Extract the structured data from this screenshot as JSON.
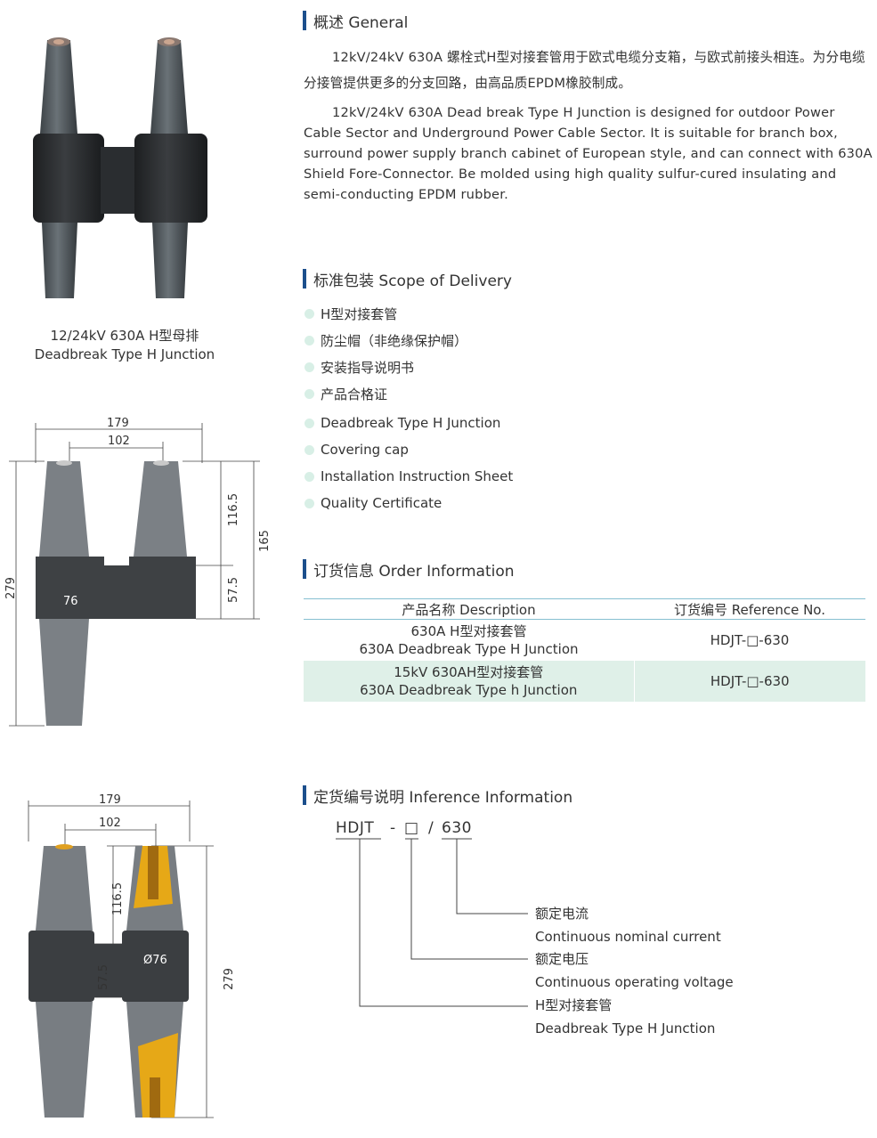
{
  "general": {
    "title": "概述 General",
    "cn_text": "12kV/24kV 630A 螺栓式H型对接套管用于欧式电缆分支箱，与欧式前接头相连。为分电缆分接管提供更多的分支回路，由高品质EPDM橡胶制成。",
    "en_text": "12kV/24kV 630A Dead break Type H Junction is designed for outdoor Power Cable Sector and Underground Power Cable Sector. It is suitable for branch box, surround power supply branch cabinet of European style, and can connect with 630A Shield Fore-Connector. Be molded using high quality sulfur-cured insulating and semi-conducting EPDM rubber."
  },
  "product_caption": {
    "line1": "12/24kV 630A  H型母排",
    "line2": "Deadbreak Type H Junction"
  },
  "delivery": {
    "title": "标准包装 Scope of Delivery",
    "items": [
      "H型对接套管",
      "防尘帽（非绝缘保护帽）",
      "安装指导说明书",
      "产品合格证",
      "Deadbreak Type H Junction",
      "Covering cap",
      "Installation Instruction Sheet",
      "Quality Certificate"
    ]
  },
  "order": {
    "title": "订货信息 Order Information",
    "headers": [
      "产品名称  Description",
      "订货编号 Reference No."
    ],
    "rows": [
      {
        "desc_cn": "630A H型对接套管",
        "desc_en": "630A  Deadbreak Type H Junction",
        "ref": "HDJT-□-630"
      },
      {
        "desc_cn": "15kV 630AH型对接套管",
        "desc_en": "630A  Deadbreak Type h Junction",
        "ref": "HDJT-□-630"
      }
    ]
  },
  "inference": {
    "title": "定货编号说明 Inference Information",
    "code_parts": [
      "HDJT",
      "-",
      "□",
      "/",
      "630"
    ],
    "labels": [
      {
        "cn": "额定电流",
        "en": "Continuous nominal current"
      },
      {
        "cn": "额定电压",
        "en": "Continuous operating voltage"
      },
      {
        "cn": "H型对接套管",
        "en": "Deadbreak Type H Junction"
      }
    ]
  },
  "dims_top": {
    "w179": "179",
    "w102": "102",
    "h1165": "116.5",
    "h165": "165",
    "h279": "279",
    "h575": "57.5",
    "w76": "76"
  },
  "dims_bottom": {
    "w179": "179",
    "w102": "102",
    "h1165": "116.5",
    "h575": "57.5",
    "d76": "Ø76",
    "h279": "279"
  },
  "colors": {
    "accent": "#1c4f8c",
    "rubber": "#6d7378",
    "rubber_dark": "#3b3e41",
    "conductor": "#e6a817",
    "table_line": "#86bfd1",
    "row_fill": "#dff0e8",
    "bullet": "#d8efe6"
  }
}
